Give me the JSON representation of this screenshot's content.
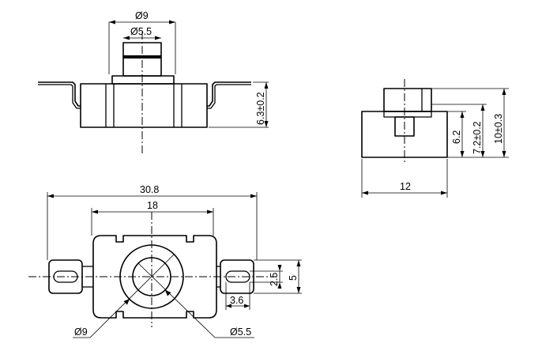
{
  "front_view": {
    "dia_outer": "Ø9",
    "dia_inner": "Ø5.5",
    "height": "6.3±0.2"
  },
  "side_view": {
    "h1": "6.2",
    "h2": "7.2±0.2",
    "h3": "10±0.3",
    "width": "12"
  },
  "top_view": {
    "overall_width": "30.8",
    "body_width": "18",
    "slot_h": "2.5",
    "tab_h": "5",
    "slot_w": "3.6",
    "dia_outer": "Ø9",
    "dia_inner": "Ø5.5"
  }
}
